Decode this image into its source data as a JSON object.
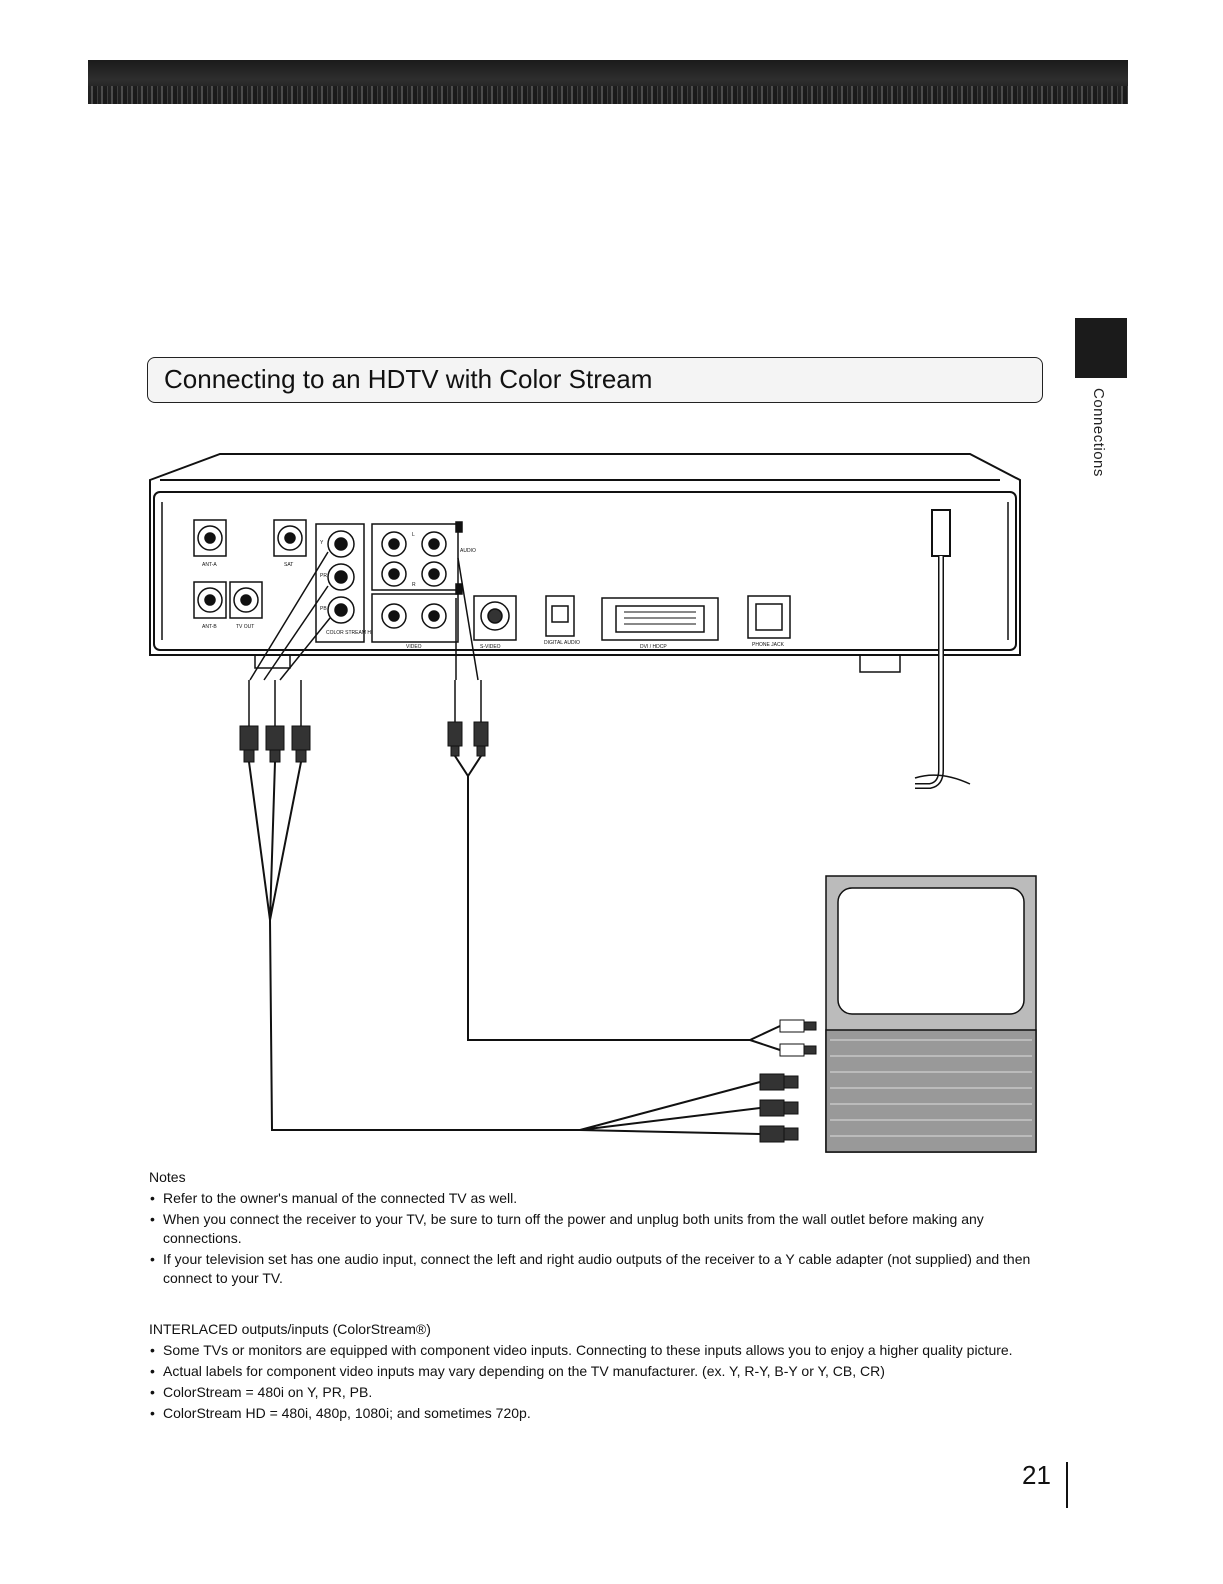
{
  "side_tab": {
    "label": "Connections"
  },
  "section": {
    "title": "Connecting to an HDTV with Color Stream"
  },
  "panel_labels": {
    "ant_in": "ANT-A",
    "sat": "SAT",
    "ant_b": "ANT-B",
    "tv_out": "TV OUT",
    "y": "Y",
    "pr": "PR",
    "pb": "PB",
    "colorstream": "COLOR STREAM HD",
    "audio": "AUDIO",
    "l": "L",
    "r": "R",
    "video": "VIDEO",
    "svideo": "S-VIDEO",
    "digital_audio": "DIGITAL AUDIO",
    "dvi": "DVI / HDCP",
    "phone": "PHONE JACK"
  },
  "notes": {
    "heading": "Notes",
    "items": [
      "Refer to the owner's manual of the connected TV as well.",
      "When you connect the receiver to your TV, be sure to turn off the power and unplug both units from the wall outlet before making any connections.",
      "If your television set has one audio input, connect the left and right audio outputs of the receiver to a Y cable adapter (not supplied) and then connect to your TV."
    ]
  },
  "interlaced": {
    "heading": "INTERLACED outputs/inputs (ColorStream®)",
    "items": [
      "Some TVs or monitors are equipped with component video inputs. Connecting to these inputs allows you to enjoy a higher quality picture.",
      "Actual labels for component video inputs may vary depending on the TV manufacturer. (ex. Y, R-Y, B-Y or Y, CB, CR)",
      "ColorStream = 480i on Y, PR, PB.",
      "ColorStream HD = 480i, 480p, 1080i; and sometimes 720p."
    ]
  },
  "page_number": "21"
}
